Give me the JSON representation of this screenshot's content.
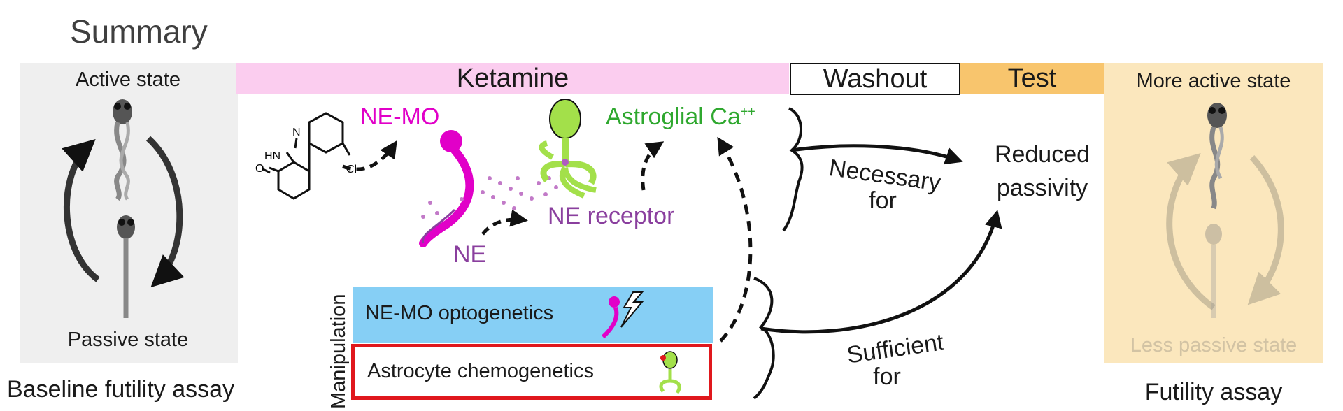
{
  "title": "Summary",
  "left_panel": {
    "top_label": "Active state",
    "bottom_label": "Passive state",
    "caption": "Baseline futility assay"
  },
  "phases": {
    "ketamine": "Ketamine",
    "washout": "Washout",
    "test": "Test"
  },
  "mechanism": {
    "ne_mo": "NE-MO",
    "astroglial_ca_main": "Astroglial Ca",
    "astroglial_ca_sup": "++",
    "ne_receptor": "NE receptor",
    "ne": "NE",
    "molecule_n_label": "N",
    "molecule_hn_label": "HN",
    "molecule_o_label": "O",
    "molecule_cl_label": "Cl"
  },
  "manipulation": {
    "axis_label": "Manipulation",
    "optogenetics": "NE-MO optogenetics",
    "chemogenetics": "Astrocyte chemogenetics"
  },
  "outcome": {
    "necessary_line1": "Necessary",
    "necessary_line2": "for",
    "sufficient_line1": "Sufficient",
    "sufficient_line2": "for",
    "reduced_line1": "Reduced",
    "reduced_line2": "passivity"
  },
  "right_panel": {
    "top_label": "More active state",
    "bottom_label": "Less passive state",
    "caption": "Futility assay"
  },
  "colors": {
    "magenta": "#e100c8",
    "purple": "#8a3f9e",
    "green": "#2fa82f",
    "neuron_green": "#a3e04a",
    "ketamine_bar": "#fbcdef",
    "test_bar": "#f8c56d",
    "opto_box": "#86cff5",
    "chemo_border": "#e0181d",
    "left_panel": "#efefef",
    "right_panel": "#fbe7bd"
  }
}
